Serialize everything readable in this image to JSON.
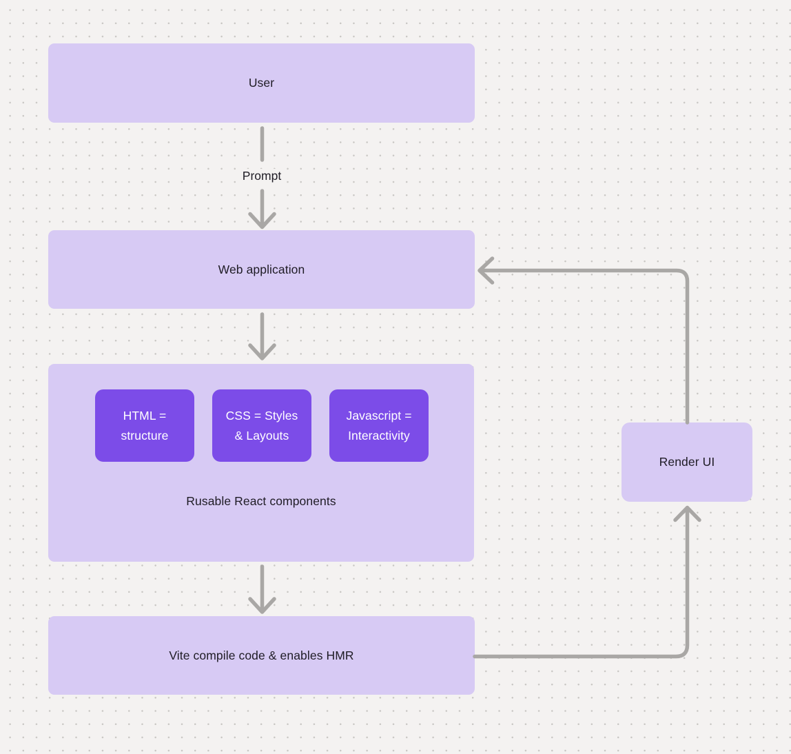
{
  "diagram": {
    "nodes": {
      "user": {
        "label": "User"
      },
      "web_application": {
        "label": "Web application"
      },
      "react_components": {
        "label": "Rusable React components",
        "children": [
          {
            "label": "HTML = structure"
          },
          {
            "label": "CSS = Styles & Layouts"
          },
          {
            "label": "Javascript = Interactivity"
          }
        ]
      },
      "vite": {
        "label": "Vite compile code & enables HMR"
      },
      "render_ui": {
        "label": "Render UI"
      }
    },
    "edges": [
      {
        "from": "user",
        "to": "web_application",
        "label": "Prompt"
      },
      {
        "from": "web_application",
        "to": "react_components"
      },
      {
        "from": "react_components",
        "to": "vite"
      },
      {
        "from": "vite",
        "to": "render_ui"
      },
      {
        "from": "render_ui",
        "to": "web_application"
      }
    ],
    "colors": {
      "canvas_background": "#f4f2f1",
      "grid_dot": "#c8c6c3",
      "node_fill": "#d7caf4",
      "node_text": "#1f1c25",
      "component_fill": "#7c4ce8",
      "component_text": "#ffffff",
      "connector": "#a9a7a5"
    }
  }
}
